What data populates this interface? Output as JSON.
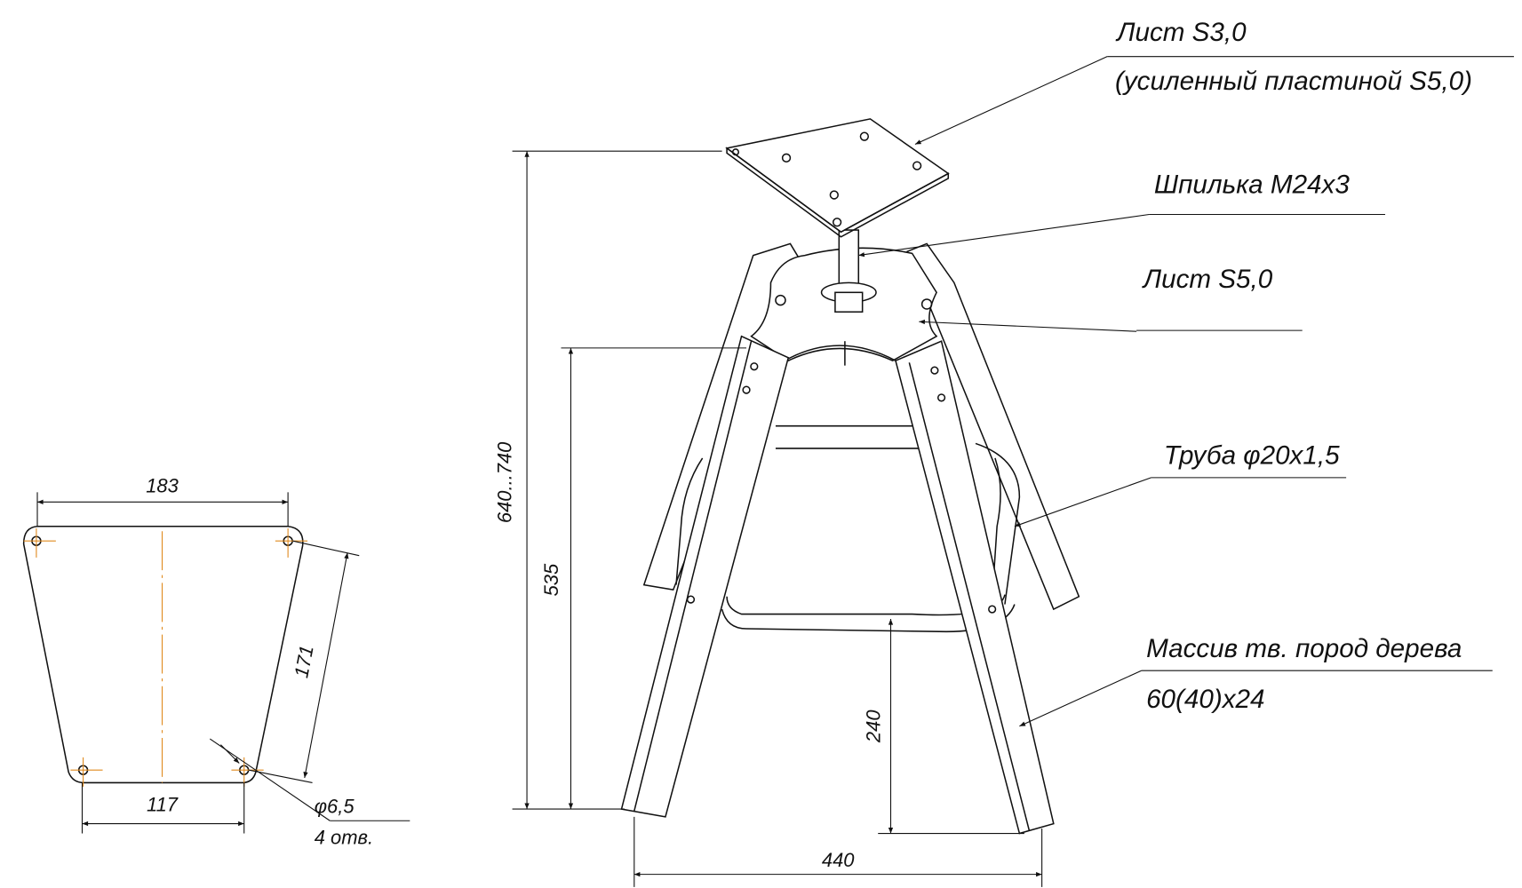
{
  "plate_view": {
    "dim_top": "183",
    "dim_bottom": "117",
    "dim_side": "171",
    "hole_diameter": "φ6,5",
    "hole_count": "4 отв.",
    "center_line_color": "#e08a1e"
  },
  "main_view": {
    "dim_total_height": "640...740",
    "dim_seat_height": "535",
    "dim_ring_height": "240",
    "dim_base_width": "440"
  },
  "callouts": [
    {
      "line1": "Лист S3,0",
      "line2": "(усиленный пластиной S5,0)"
    },
    {
      "line1": "Шпилька M24x3"
    },
    {
      "line1": "Лист S5,0"
    },
    {
      "line1": "Труба φ20x1,5"
    },
    {
      "line1": "Массив тв. пород дерева",
      "line2": "60(40)x24"
    }
  ]
}
